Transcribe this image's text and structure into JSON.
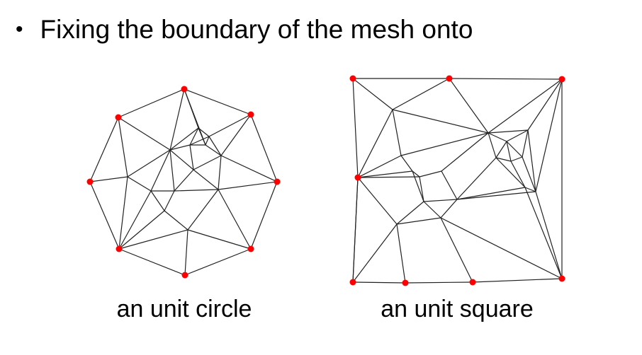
{
  "slide": {
    "bullet": "•",
    "heading": "Fixing the boundary of the mesh onto"
  },
  "meshes": [
    {
      "id": "circle",
      "caption": "an unit circle"
    },
    {
      "id": "square",
      "caption": "an unit square"
    }
  ],
  "colors": {
    "edge": "#222222",
    "boundary_vertex": "#ff0000"
  }
}
